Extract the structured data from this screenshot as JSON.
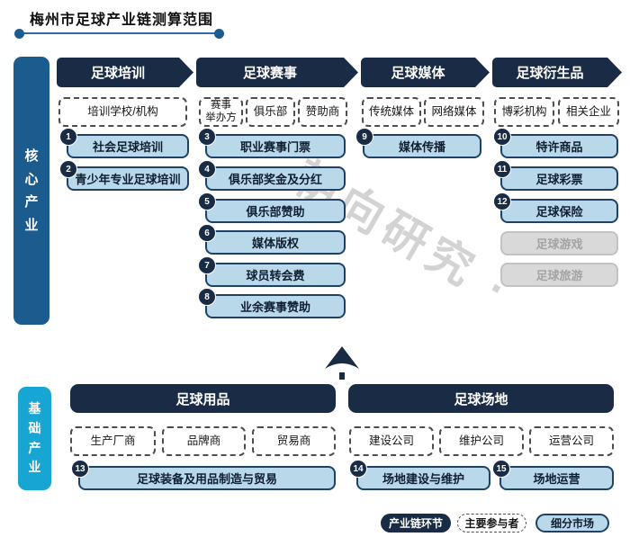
{
  "title": "梅州市足球产业链测算范围",
  "watermark": "朝向研究 ·",
  "colors": {
    "navy": "#1a2b45",
    "core_sidebar_blue": "#1c5b8d",
    "base_sidebar_cyan": "#17a6d4",
    "segment_fill": "#b9d8e9",
    "segment_border": "#1d4266",
    "disabled_fill": "#d9d9d9",
    "disabled_text": "#a3a3a3",
    "title_line_blue": "#2a6ca5"
  },
  "core": {
    "sidebar": "核心产业",
    "columns": [
      {
        "header": "足球培训",
        "participants": [
          "培训学校/机构"
        ],
        "segments": [
          {
            "num": "1",
            "label": "社会足球培训"
          },
          {
            "num": "2",
            "label": "青少年专业足球培训"
          }
        ]
      },
      {
        "header": "足球赛事",
        "participants": [
          "赛事\n举办方",
          "俱乐部",
          "赞助商"
        ],
        "segments": [
          {
            "num": "3",
            "label": "职业赛事门票"
          },
          {
            "num": "4",
            "label": "俱乐部奖金及分红"
          },
          {
            "num": "5",
            "label": "俱乐部赞助"
          },
          {
            "num": "6",
            "label": "媒体版权"
          },
          {
            "num": "7",
            "label": "球员转会费"
          },
          {
            "num": "8",
            "label": "业余赛事赞助"
          }
        ]
      },
      {
        "header": "足球媒体",
        "participants": [
          "传统媒体",
          "网络媒体"
        ],
        "segments": [
          {
            "num": "9",
            "label": "媒体传播"
          }
        ]
      },
      {
        "header": "足球衍生品",
        "participants": [
          "博彩机构",
          "相关企业"
        ],
        "segments": [
          {
            "num": "10",
            "label": "特许商品"
          },
          {
            "num": "11",
            "label": "足球彩票"
          },
          {
            "num": "12",
            "label": "足球保险"
          }
        ],
        "excluded_segments": [
          "足球游戏",
          "足球旅游"
        ]
      }
    ]
  },
  "base": {
    "sidebar": "基础产业",
    "groups": [
      {
        "header": "足球用品",
        "participants": [
          "生产厂商",
          "品牌商",
          "贸易商"
        ],
        "segments": [
          {
            "num": "13",
            "label": "足球装备及用品制造与贸易"
          }
        ]
      },
      {
        "header": "足球场地",
        "participants": [
          "建设公司",
          "维护公司",
          "运营公司"
        ],
        "segments": [
          {
            "num": "14",
            "label": "场地建设与维护"
          },
          {
            "num": "15",
            "label": "场地运营"
          }
        ]
      }
    ]
  },
  "legend": {
    "chain": "产业链环节",
    "participant": "主要参与者",
    "segment": "细分市场"
  }
}
